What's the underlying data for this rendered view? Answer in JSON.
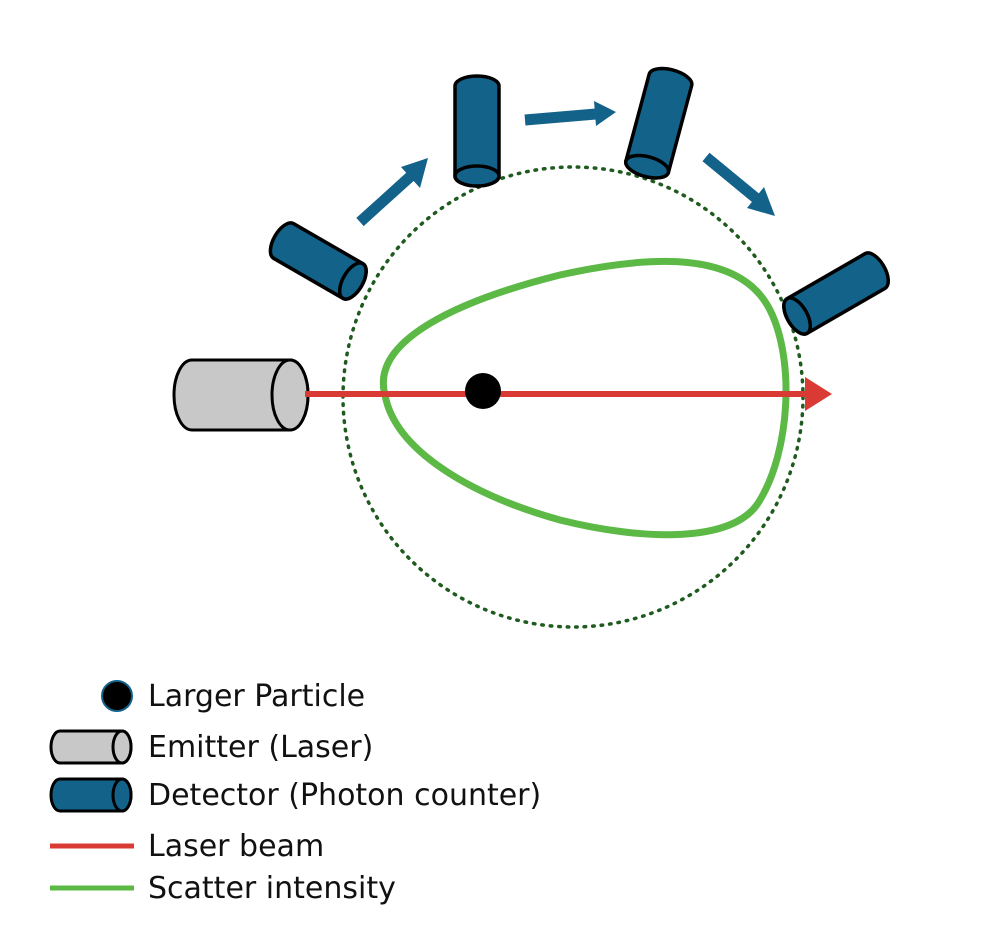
{
  "colors": {
    "detector": "#13628a",
    "emitter": "#c8c8c8",
    "laser": "#d93a33",
    "scatter": "#5cb946",
    "dotted_circle": "#1f5a1f",
    "particle": "#000000",
    "arrow": "#13628a",
    "outline": "#000000"
  },
  "legend": {
    "particle": "Larger Particle",
    "emitter": "Emitter (Laser)",
    "detector": "Detector (Photon counter)",
    "laser_beam": "Laser beam",
    "scatter": "Scatter intensity"
  }
}
